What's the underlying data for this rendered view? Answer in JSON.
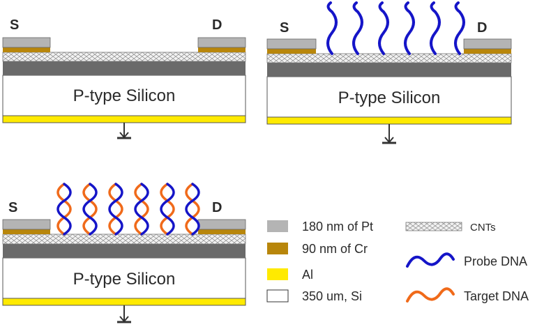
{
  "panels": [
    {
      "id": "bare",
      "source_label": "S",
      "drain_label": "D",
      "substrate_label": "P-type Silicon"
    },
    {
      "id": "probe",
      "source_label": "S",
      "drain_label": "D",
      "substrate_label": "P-type Silicon"
    },
    {
      "id": "hybrid",
      "source_label": "S",
      "drain_label": "D",
      "substrate_label": "P-type Silicon"
    }
  ],
  "legend": {
    "pt": "180 nm of Pt",
    "cr": "90 nm of Cr",
    "al": "Al",
    "si": "350 um, Si",
    "cnt": "CNTs",
    "probe": "Probe DNA",
    "target": "Target DNA"
  },
  "colors": {
    "pt": "#b4b4b4",
    "cr": "#b8860b",
    "al": "#ffea00",
    "si": "#ffffff",
    "oxide": "#6a6a6a",
    "probe_dna": "#1515c8",
    "target_dna": "#f06a1a"
  }
}
